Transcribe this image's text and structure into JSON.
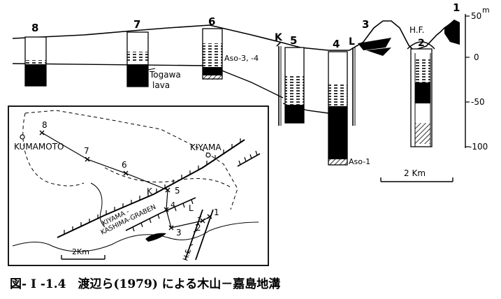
{
  "caption": "図- I -1.4　渡辺ら(1979) による木山－嘉島地溝",
  "section": {
    "column_labels": [
      "8",
      "7",
      "6",
      "K",
      "5",
      "4",
      "L",
      "3",
      "H.F.",
      "2",
      "1"
    ],
    "annotations": {
      "togawa_line1": "Togawa",
      "togawa_line2": "lava",
      "aso34": "Aso-3, -4",
      "aso1": "Aso-1"
    },
    "elevation_axis": {
      "unit": "m",
      "ticks": [
        "50",
        "0",
        "-50",
        "-100"
      ]
    },
    "scale_bar": "2 Km"
  },
  "inset_map": {
    "places": [
      "KUMAMOTO",
      "KIYAMA"
    ],
    "graben_line1": "KIYAMA -",
    "graben_line2": "KASHIMA-GRABEN",
    "point_labels": [
      "8",
      "7",
      "6",
      "5",
      "4",
      "3",
      "2",
      "1"
    ],
    "fault_labels": [
      "K",
      "L",
      "H.F."
    ],
    "scale_bar": "2Km"
  }
}
